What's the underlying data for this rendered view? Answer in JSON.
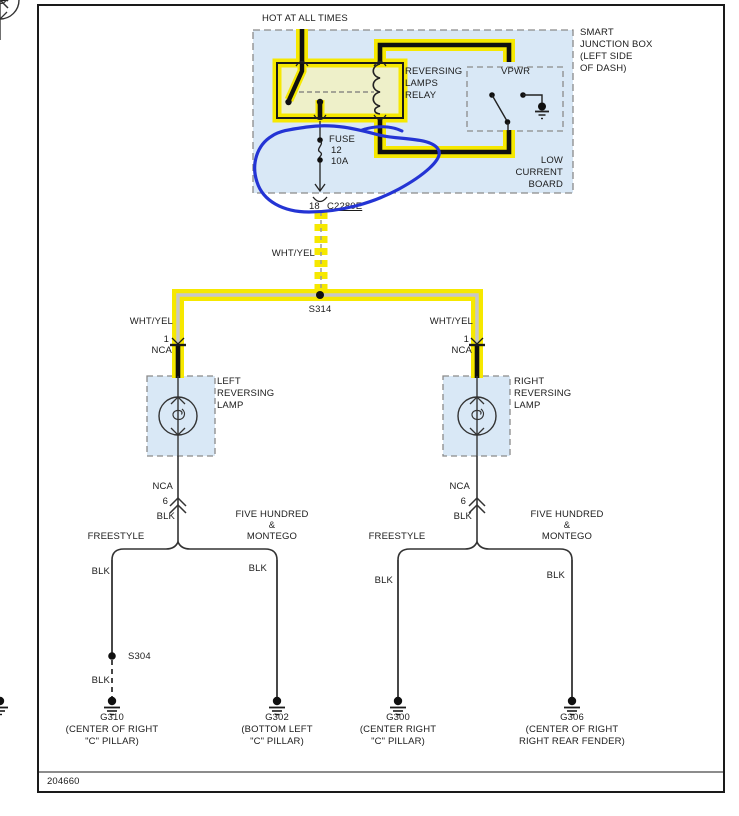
{
  "colors": {
    "highlight": "#f6e800",
    "box_fill": "#d9e8f6",
    "relay_fill": "#eef0c9",
    "annotation_blue": "#2434d4"
  },
  "power_label": "HOT AT ALL TIMES",
  "smart_junction_box_label": "SMART\nJUNCTION BOX\n(LEFT SIDE\nOF DASH)",
  "relay_label": "REVERSING\nLAMPS\nRELAY",
  "vpwr_label": "VPWR",
  "low_current_board_label": "LOW\nCURRENT\nBOARD",
  "fuse": {
    "name": "FUSE",
    "number": "12",
    "rating": "10A"
  },
  "connector": {
    "pin": "18",
    "id": "C2280E"
  },
  "main_wire": {
    "color": "WHT/YEL",
    "splice": "S314"
  },
  "left_lamp": {
    "wire_color": "WHT/YEL",
    "pin_in": "1",
    "circuit_in": "NCA",
    "label": "LEFT\nREVERSING\nLAMP",
    "circuit_out": "NCA",
    "pin_out": "6",
    "wire_out": "BLK"
  },
  "right_lamp": {
    "wire_color": "WHT/YEL",
    "pin_in": "1",
    "circuit_in": "NCA",
    "label": "RIGHT\nREVERSING\nLAMP",
    "circuit_out": "NCA",
    "pin_out": "6",
    "wire_out": "BLK"
  },
  "ground_branches": [
    {
      "vehicle": "FREESTYLE",
      "wire": "BLK",
      "splice": "S304",
      "wire_after_splice": "BLK",
      "ground_id": "G310",
      "ground_location": "(CENTER OF RIGHT\n\"C\" PILLAR)"
    },
    {
      "vehicle": "FIVE HUNDRED\n&\nMONTEGO",
      "wire": "BLK",
      "ground_id": "G302",
      "ground_location": "(BOTTOM LEFT\n\"C\" PILLAR)"
    },
    {
      "vehicle": "FREESTYLE",
      "wire": "BLK",
      "ground_id": "G300",
      "ground_location": "(CENTER RIGHT\n\"C\" PILLAR)"
    },
    {
      "vehicle": "FIVE HUNDRED\n&\nMONTEGO",
      "wire": "BLK",
      "ground_id": "G306",
      "ground_location": "(CENTER OF RIGHT\nRIGHT REAR FENDER)"
    }
  ],
  "figure_number": "204660"
}
